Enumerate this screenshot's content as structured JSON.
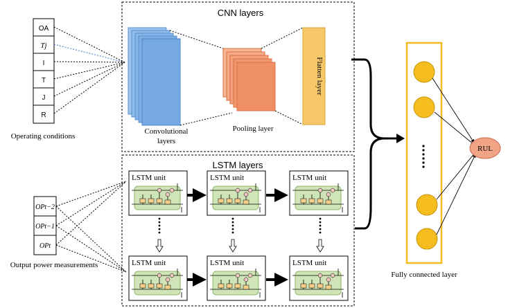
{
  "inputs": {
    "operating": {
      "items": [
        "OA",
        "Tj",
        "I",
        "T",
        "J",
        "R"
      ],
      "caption": "Operating conditions"
    },
    "output_power": {
      "items": [
        "OPt−2",
        "OPt−1",
        "OPt"
      ],
      "caption": "Output power measurements"
    }
  },
  "cnn": {
    "title": "CNN layers",
    "conv_label_line1": "Convolutional",
    "conv_label_line2": "layers",
    "pool_label": "Pooling layer",
    "flatten_label": "Flatten layer"
  },
  "lstm": {
    "title": "LSTM layers",
    "unit_label": "LSTM unit"
  },
  "fc": {
    "caption": "Fully connected layer",
    "output_label": "RUL"
  },
  "colors": {
    "conv_fill": "#7fb1e6",
    "conv_stroke": "#4a86c8",
    "pool_fill": "#f4a07a",
    "pool_stroke": "#d9703f",
    "flatten_fill": "#f6c65a",
    "neuron_fill": "#f5bd1f",
    "neuron_stroke": "#c7950d",
    "fc_frame": "#f5bd1f",
    "rul_fill": "#f2a487",
    "rul_stroke": "#c7664a",
    "lstm_cell_fill": "#cfe5b8",
    "lstm_cell_stroke": "#8fb567",
    "dashed_blue": "#3a6fc4"
  }
}
